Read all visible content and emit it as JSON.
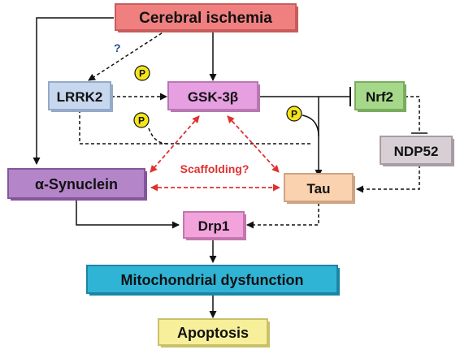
{
  "nodes": {
    "cerebral_ischemia": {
      "label": "Cerebral ischemia",
      "fill": "#f08080",
      "shade": "#c85c5c"
    },
    "lrrk2": {
      "label": "LRRK2",
      "fill": "#c6d7ee",
      "shade": "#95a9c8"
    },
    "gsk3b": {
      "label": "GSK-3β",
      "fill": "#e69fe0",
      "shade": "#b878b2"
    },
    "nrf2": {
      "label": "Nrf2",
      "fill": "#a6d88a",
      "shade": "#7aac5f"
    },
    "ndp52": {
      "label": "NDP52",
      "fill": "#d7cfd4",
      "shade": "#a69da3"
    },
    "alpha_synuclein": {
      "label": "α-Synuclein",
      "fill": "#b585c9",
      "shade": "#84569a"
    },
    "tau": {
      "label": "Tau",
      "fill": "#fbd2b0",
      "shade": "#cfa482"
    },
    "drp1": {
      "label": "Drp1",
      "fill": "#f2a3dc",
      "shade": "#c476ae"
    },
    "mito": {
      "label": "Mitochondrial dysfunction",
      "fill": "#2fb4d6",
      "shade": "#1b86a3"
    },
    "apoptosis": {
      "label": "Apoptosis",
      "fill": "#f7ef9a",
      "shade": "#c9c06a"
    }
  },
  "annotations": {
    "question_mark": "?",
    "scaffolding": "Scaffolding?",
    "phospho_label": "P"
  },
  "colors": {
    "arrow": "#111111",
    "scaffold_arrow": "#e03030",
    "question_mark": "#1f4e8c",
    "phospho_fill": "#f5e61a"
  }
}
